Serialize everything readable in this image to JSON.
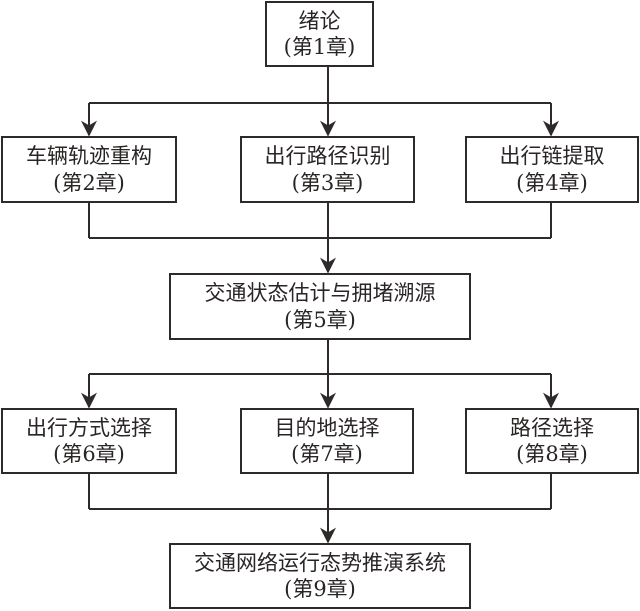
{
  "diagram": {
    "type": "flowchart",
    "nodes": [
      {
        "id": "n1",
        "title": "绪论",
        "chapter": "(第1章)"
      },
      {
        "id": "n2",
        "title": "车辆轨迹重构",
        "chapter": "(第2章)"
      },
      {
        "id": "n3",
        "title": "出行路径识别",
        "chapter": "(第3章)"
      },
      {
        "id": "n4",
        "title": "出行链提取",
        "chapter": "(第4章)"
      },
      {
        "id": "n5",
        "title": "交通状态估计与拥堵溯源",
        "chapter": "(第5章)"
      },
      {
        "id": "n6",
        "title": "出行方式选择",
        "chapter": "(第6章)"
      },
      {
        "id": "n7",
        "title": "目的地选择",
        "chapter": "(第7章)"
      },
      {
        "id": "n8",
        "title": "路径选择",
        "chapter": "(第8章)"
      },
      {
        "id": "n9",
        "title": "交通网络运行态势推演系统",
        "chapter": "(第9章)"
      }
    ],
    "edges": [
      {
        "from": "n1",
        "to": "n2"
      },
      {
        "from": "n1",
        "to": "n3"
      },
      {
        "from": "n1",
        "to": "n4"
      },
      {
        "from": "n2",
        "to": "n5"
      },
      {
        "from": "n3",
        "to": "n5"
      },
      {
        "from": "n4",
        "to": "n5"
      },
      {
        "from": "n5",
        "to": "n6"
      },
      {
        "from": "n5",
        "to": "n7"
      },
      {
        "from": "n5",
        "to": "n8"
      },
      {
        "from": "n6",
        "to": "n9"
      },
      {
        "from": "n7",
        "to": "n9"
      },
      {
        "from": "n8",
        "to": "n9"
      }
    ]
  }
}
